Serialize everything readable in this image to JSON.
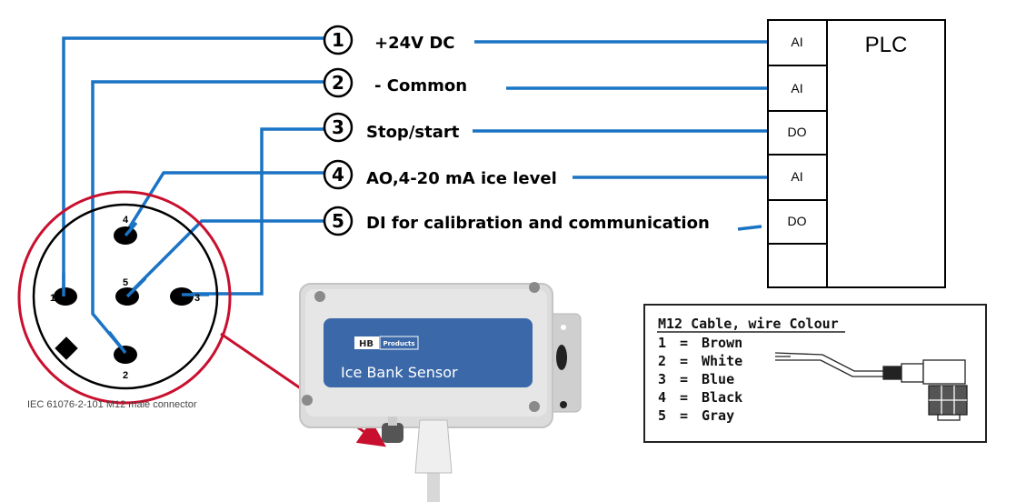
{
  "title": "Ice Bank Sensor M12 wiring to PLC",
  "terminals": [
    {
      "number": "1",
      "label": "+24V DC",
      "plc_io": "AI"
    },
    {
      "number": "2",
      "label": "- Common",
      "plc_io": "AI"
    },
    {
      "number": "3",
      "label": "Stop/start",
      "plc_io": "DO"
    },
    {
      "number": "4",
      "label": "AO,4-20 mA ice level",
      "plc_io": "AI"
    },
    {
      "number": "5",
      "label": "DI for calibration and communication",
      "plc_io": "DO"
    }
  ],
  "plc": {
    "title": "PLC"
  },
  "connector": {
    "pins": [
      "1",
      "2",
      "3",
      "4",
      "5"
    ],
    "caption": "IEC 61076-2-101 M12 male connector"
  },
  "sensor": {
    "brand_left": "HB",
    "brand_right": "Products",
    "name": "Ice Bank Sensor"
  },
  "cable_table": {
    "heading": "M12 Cable, wire Colour",
    "rows": [
      {
        "pin": "1",
        "eq": "=",
        "colour": "Brown"
      },
      {
        "pin": "2",
        "eq": "=",
        "colour": "White"
      },
      {
        "pin": "3",
        "eq": "=",
        "colour": "Blue"
      },
      {
        "pin": "4",
        "eq": "=",
        "colour": "Black"
      },
      {
        "pin": "5",
        "eq": "=",
        "colour": "Gray"
      }
    ]
  },
  "colors": {
    "wire": "#1a73c4",
    "highlight": "#c8102e",
    "label_blue": "#3a68a8"
  }
}
